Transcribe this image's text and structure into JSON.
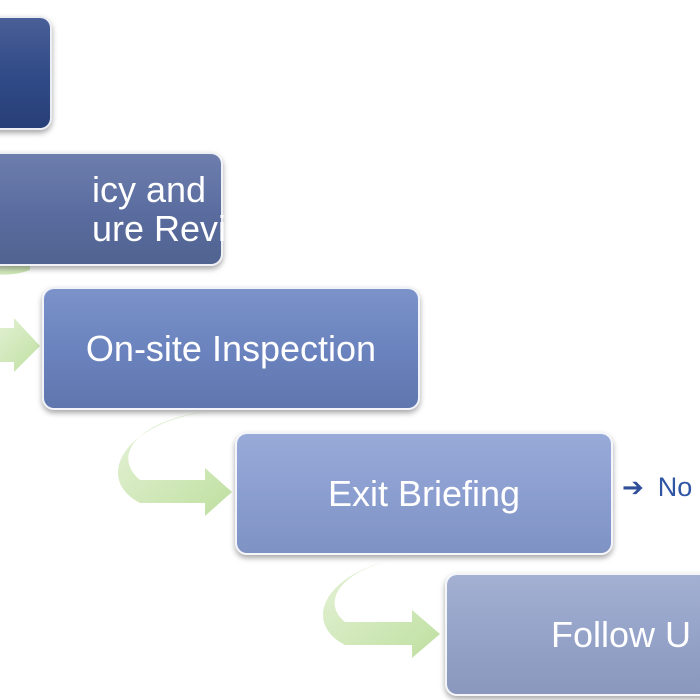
{
  "steps": [
    {
      "id": "step-1",
      "label_lines": [
        ""
      ]
    },
    {
      "id": "step-2",
      "label_lines": [
        "icy and",
        "ure Review"
      ]
    },
    {
      "id": "step-3",
      "label_lines": [
        "On-site Inspection"
      ]
    },
    {
      "id": "step-4",
      "label_lines": [
        "Exit Briefing"
      ]
    },
    {
      "id": "step-5",
      "label_lines": [
        "Follow U"
      ]
    }
  ],
  "note": {
    "arrow_icon": "right-arrow-icon",
    "text": "No"
  },
  "colors": {
    "connector": "#c7e3ad",
    "note_text": "#2f55a4"
  }
}
